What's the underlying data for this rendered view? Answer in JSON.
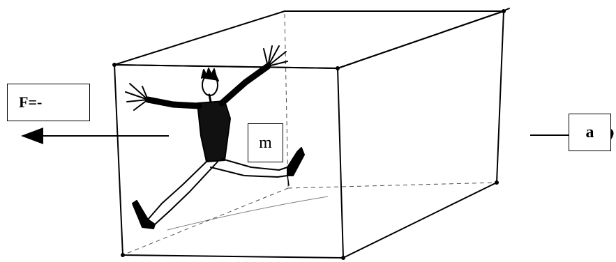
{
  "labels": {
    "force": "F=-",
    "mass": "m",
    "acceleration": "a"
  },
  "colors": {
    "ink": "#000000",
    "background": "#ffffff"
  },
  "icons": {
    "person": "jumping-person-figure",
    "box": "sketched-box",
    "force_arrow": "left-arrow",
    "acceleration_line": "right-line"
  }
}
